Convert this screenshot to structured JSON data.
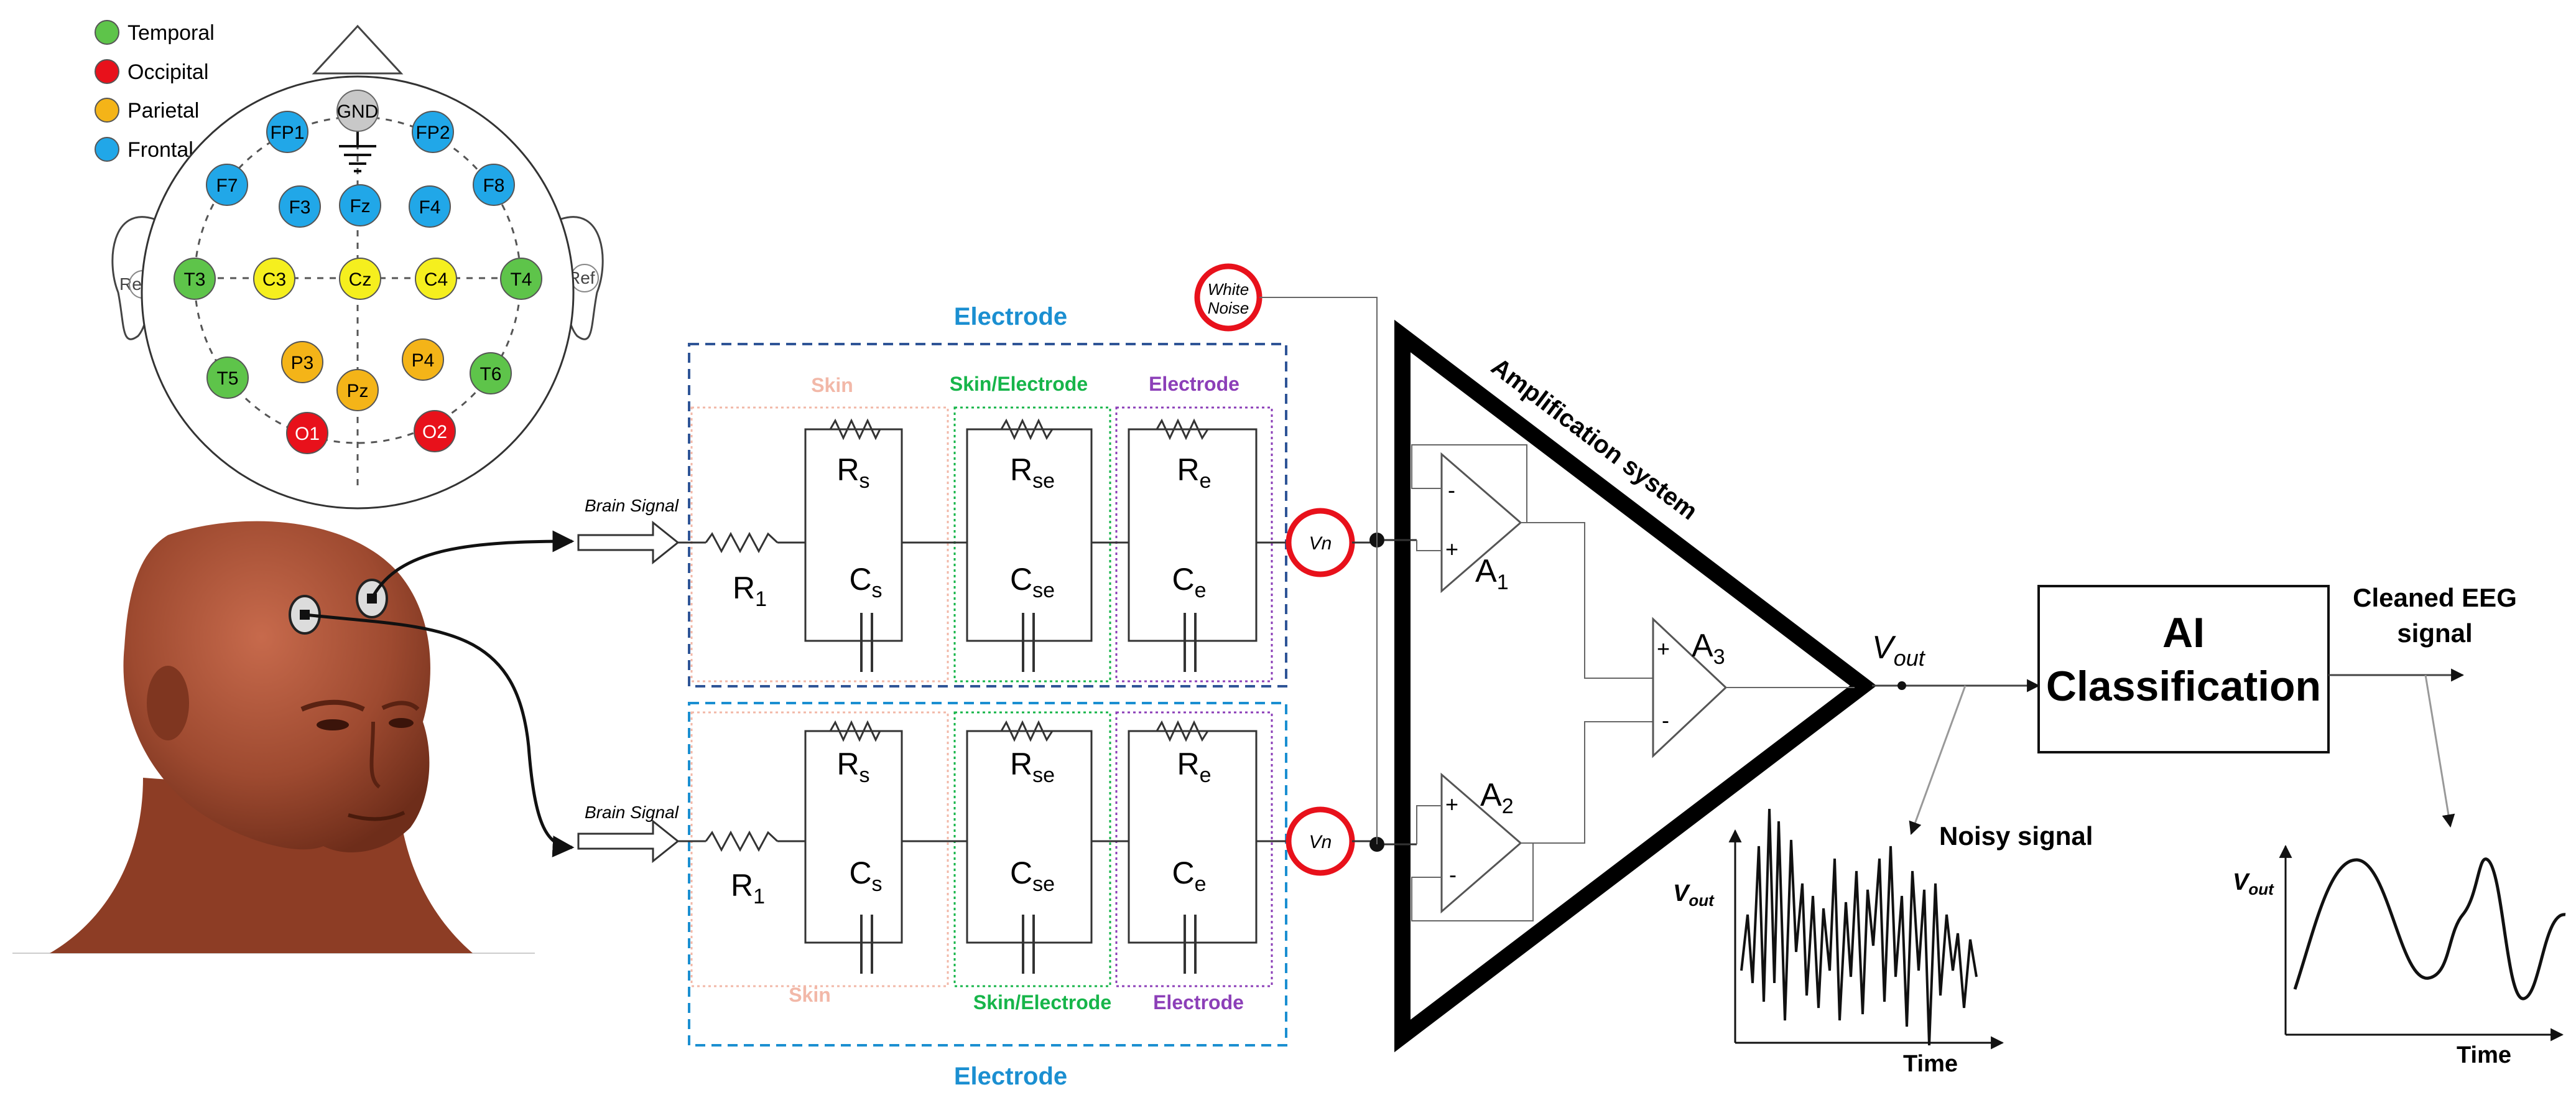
{
  "legend": [
    {
      "label": "Temporal",
      "color": "#5ec44a"
    },
    {
      "label": "Occipital",
      "color": "#e8111b"
    },
    {
      "label": "Parietal",
      "color": "#f4b418"
    },
    {
      "label": "Frontal",
      "color": "#21a7e8"
    }
  ],
  "colors": {
    "temporal": "#5ec44a",
    "occipital": "#e8111b",
    "parietal": "#f4b418",
    "frontal": "#21a7e8",
    "central": "#f5ef1e",
    "gnd": "#c8c8c8",
    "electrode_title": "#1b8fd1",
    "skin": "#f2b8a8",
    "skin_electrode": "#17b54a",
    "electrode": "#8c3fb8",
    "noise_ring": "#e8111b"
  },
  "scalp": {
    "gnd": "GND",
    "ref_left": "Ref",
    "ref_right": "Ref",
    "electrodes": {
      "fp1": "FP1",
      "fp2": "FP2",
      "f7": "F7",
      "f3": "F3",
      "fz": "Fz",
      "f4": "F4",
      "f8": "F8",
      "t3": "T3",
      "c3": "C3",
      "cz": "Cz",
      "c4": "C4",
      "t4": "T4",
      "t5": "T5",
      "p3": "P3",
      "pz": "Pz",
      "p4": "P4",
      "t6": "T6",
      "o1": "O1",
      "o2": "O2"
    }
  },
  "circuit": {
    "electrode_title_top": "Electrode",
    "electrode_title_bottom": "Electrode",
    "brain_signal_top": "Brain Signal",
    "brain_signal_bottom": "Brain Signal",
    "skin_top": "Skin",
    "skin_electrode_top": "Skin/Electrode",
    "electrode_top": "Electrode",
    "skin_bottom": "Skin",
    "skin_electrode_bottom": "Skin/Electrode",
    "electrode_bottom": "Electrode",
    "r1": {
      "main": "R",
      "sub": "1"
    },
    "rs": {
      "main": "R",
      "sub": "s"
    },
    "cs": {
      "main": "C",
      "sub": "s"
    },
    "rse": {
      "main": "R",
      "sub": "se"
    },
    "cse": {
      "main": "C",
      "sub": "se"
    },
    "re": {
      "main": "R",
      "sub": "e"
    },
    "ce": {
      "main": "C",
      "sub": "e"
    },
    "vn": "Vn",
    "white_noise_line1": "White",
    "white_noise_line2": "Noise"
  },
  "amplifier": {
    "title": "Amplification system",
    "a1": {
      "main": "A",
      "sub": "1"
    },
    "a2": {
      "main": "A",
      "sub": "2"
    },
    "a3": {
      "main": "A",
      "sub": "3"
    },
    "minus": "-",
    "plus": "+"
  },
  "output": {
    "vout": {
      "main": "V",
      "sub": "out"
    },
    "noisy_signal": "Noisy signal",
    "ai_line1": "AI",
    "ai_line2": "Classification",
    "cleaned_line1": "Cleaned EEG",
    "cleaned_line2": "signal",
    "time_label": "Time",
    "vout_axis": {
      "main": "V",
      "sub": "out"
    }
  }
}
